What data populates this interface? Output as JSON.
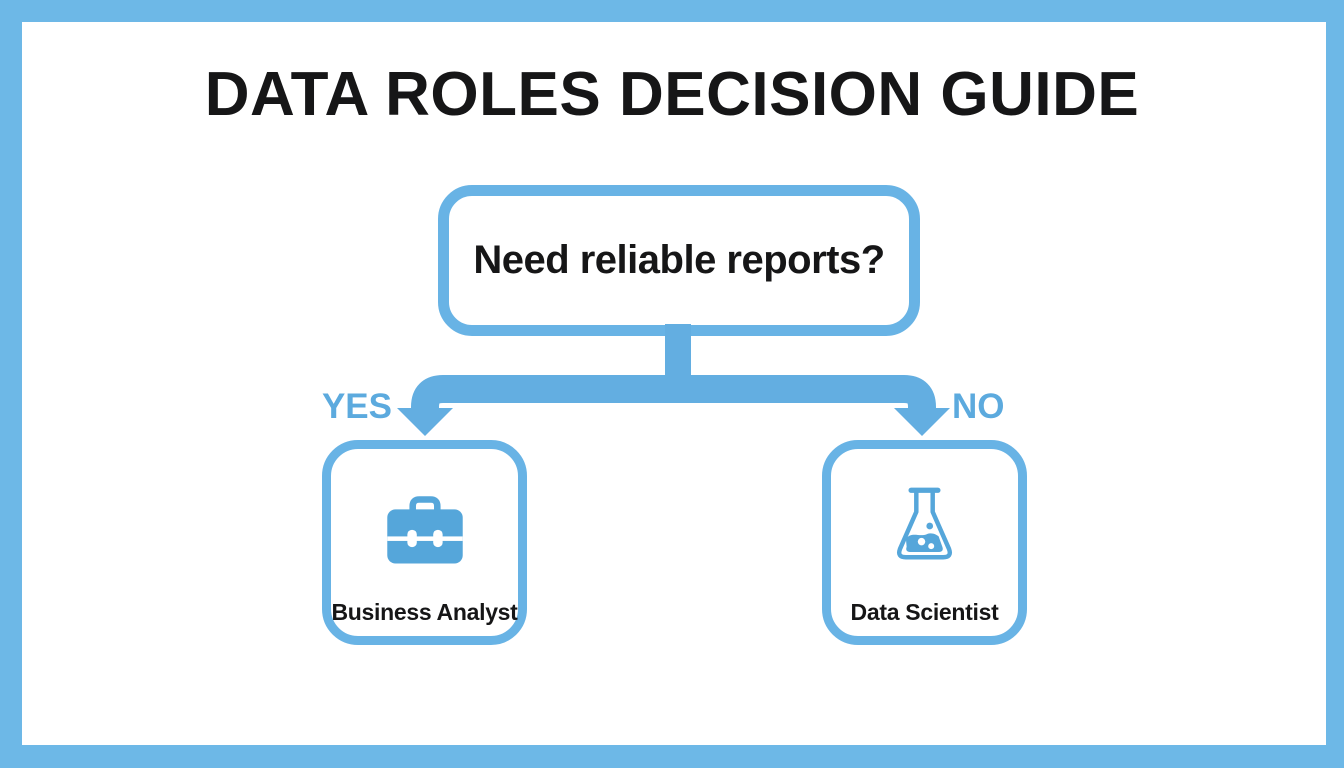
{
  "title": "DATA ROLES DECISION GUIDE",
  "question": {
    "label": "Need reliable reports?"
  },
  "branches": {
    "yes": {
      "label": "YES",
      "result": "Business Analyst",
      "icon": "briefcase-icon"
    },
    "no": {
      "label": "NO",
      "result": "Data Scientist",
      "icon": "flask-icon"
    }
  },
  "colors": {
    "frame": "#6db8e7",
    "connector": "#63aee1",
    "box_border": "#68b3e5",
    "icon": "#55a6da",
    "label_blue": "#5caade",
    "text_dark": "#161617",
    "background": "#ffffff"
  }
}
